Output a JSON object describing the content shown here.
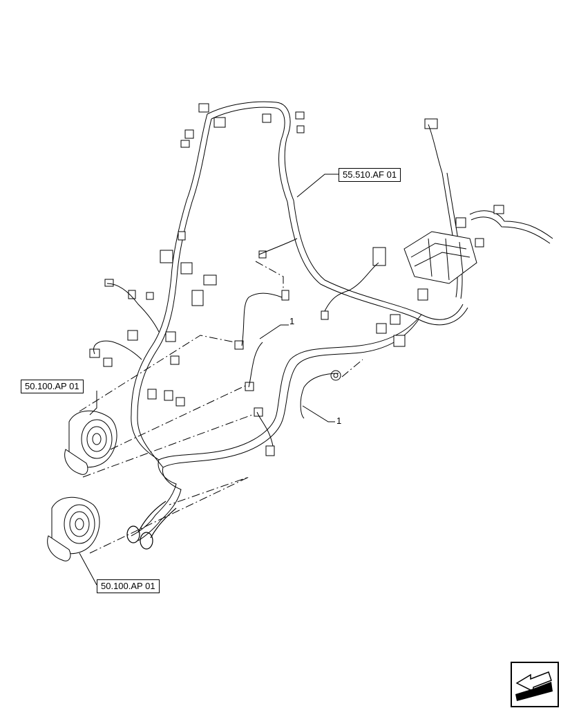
{
  "references": {
    "harness_ref": "55.510.AF  01",
    "blower_ref_upper": "50.100.AP 01",
    "blower_ref_lower": "50.100.AP 01"
  },
  "callouts": {
    "item_upper": "1",
    "item_lower": "1"
  },
  "icons": {
    "navigation": "next-page-arrow-icon"
  }
}
